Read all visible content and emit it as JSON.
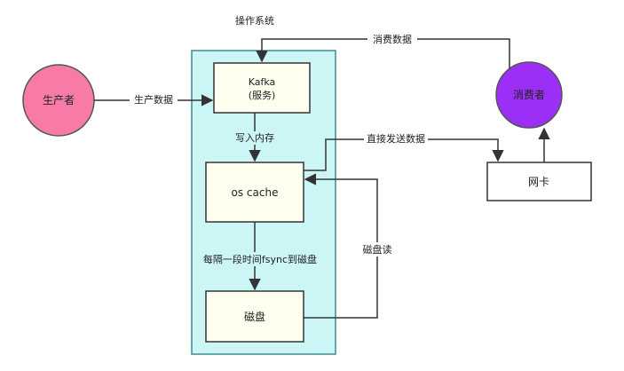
{
  "os_label": "操作系统",
  "nodes": {
    "producer": "生产者",
    "consumer": "消费者",
    "kafka_line1": "Kafka",
    "kafka_line2": "(服务)",
    "os_cache": "os cache",
    "disk": "磁盘",
    "nic": "网卡"
  },
  "edges": {
    "produce_data": "生产数据",
    "consume_data": "消费数据",
    "write_memory": "写入内存",
    "send_direct": "直接发送数据",
    "fsync": "每隔一段时间fsync到磁盘",
    "disk_read": "磁盘读"
  },
  "colors": {
    "os_fill": "#ccf6f6",
    "os_stroke": "#3a8a8f",
    "producer_fill": "#f77ba6",
    "consumer_fill": "#9b2ff5",
    "box_fill": "#fffff0",
    "line": "#333333"
  }
}
